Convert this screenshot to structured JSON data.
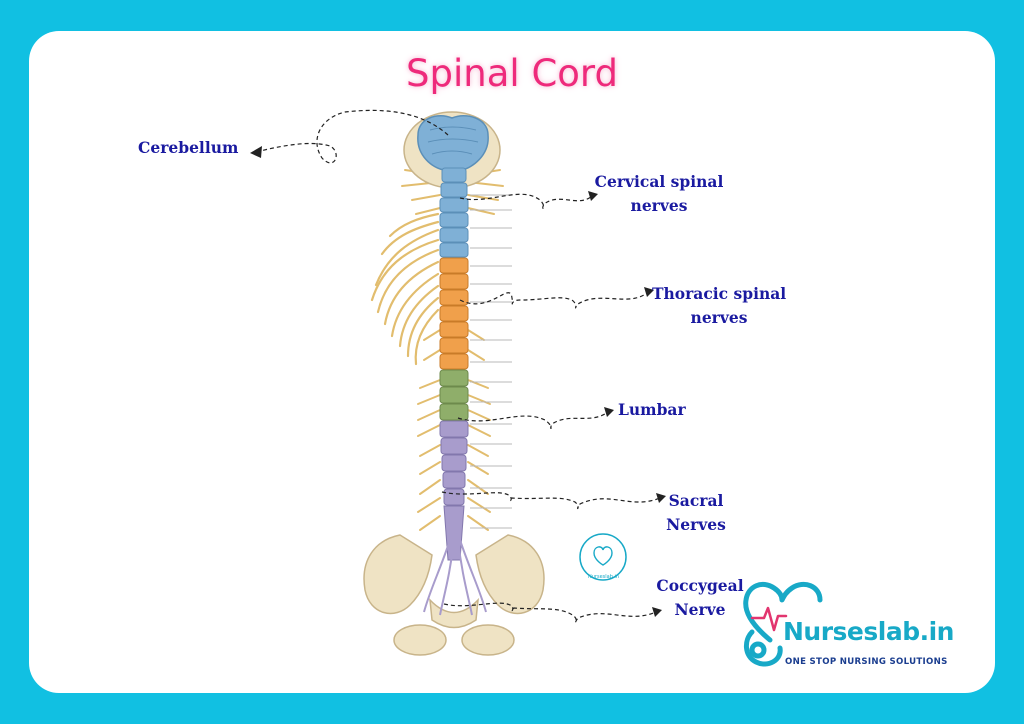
{
  "title": "Spinal Cord",
  "labels": {
    "cerebellum": "Cerebellum",
    "cervical": [
      "Cervical spinal",
      "nerves"
    ],
    "thoracic": [
      "Thoracic spinal",
      "nerves"
    ],
    "lumbar": "Lumbar",
    "sacral": [
      "Sacral",
      "Nerves"
    ],
    "coccygeal": [
      "Coccygeal",
      "Nerve"
    ]
  },
  "logo": {
    "name": "Nurseslab.in",
    "tagline": "ONE STOP NURSING SOLUTIONS",
    "watermark": "Nurseslab.in"
  },
  "colors": {
    "background": "#11c0e2",
    "title": "#ee2a7b",
    "label": "#1a1aa0",
    "cervical": "#7fb0d6",
    "thoracic": "#f0a04b",
    "lumbar": "#8fae6a",
    "sacral": "#a89ccc",
    "nerve": "#e9c77a",
    "bone": "#efe3c4"
  }
}
